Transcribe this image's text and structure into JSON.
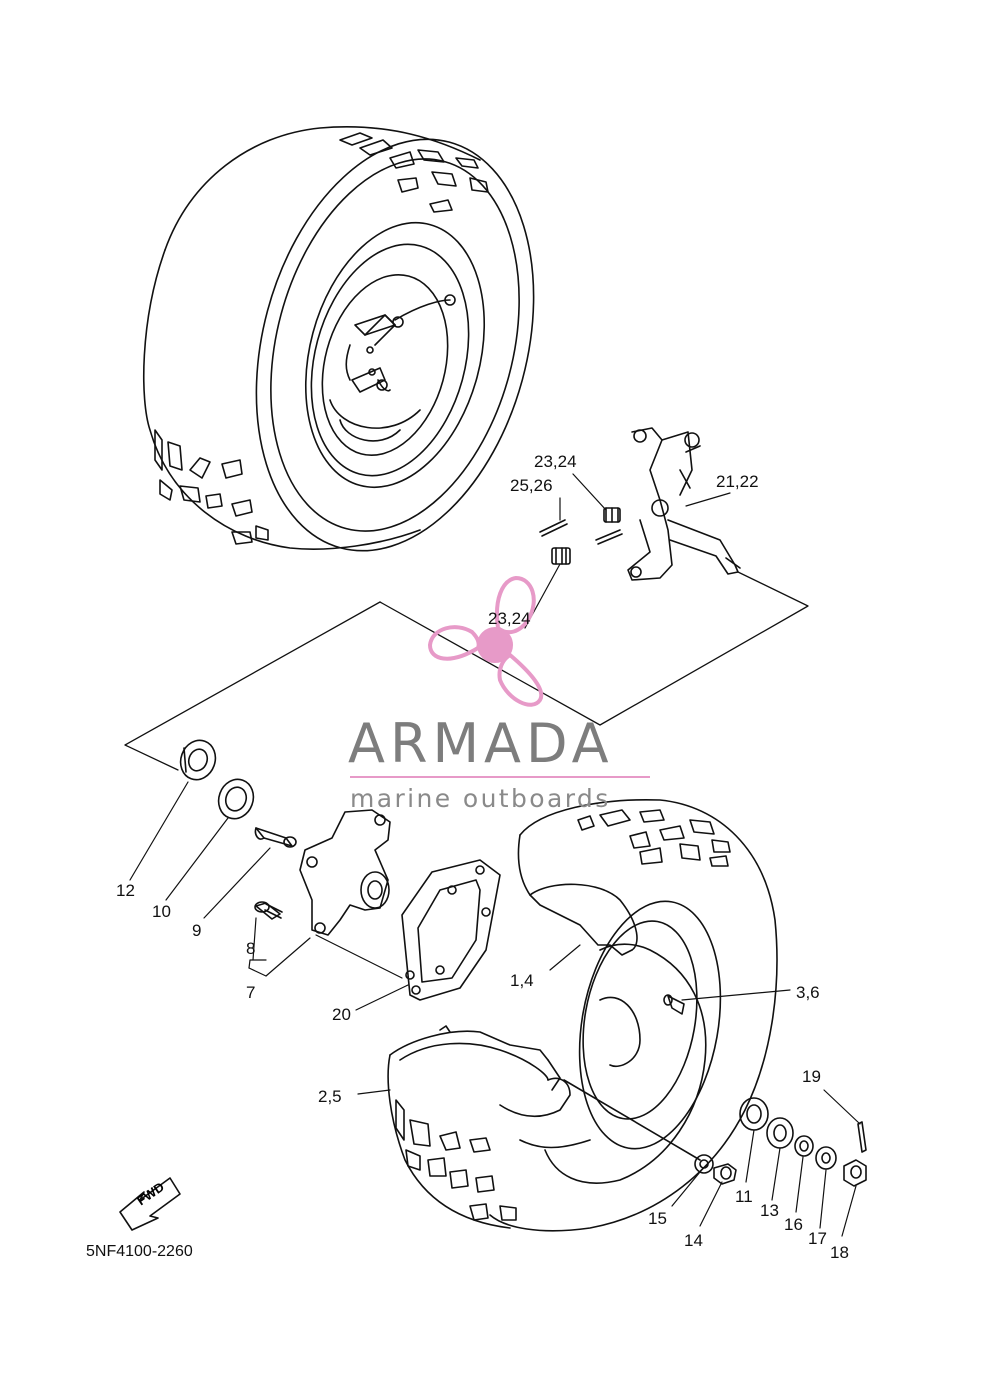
{
  "diagram": {
    "part_number": "5NF4100-2260",
    "fwd_label": "FWD",
    "callouts": {
      "c_23_24_top": "23,24",
      "c_25_26": "25,26",
      "c_21_22": "21,22",
      "c_23_24_mid": "23,24",
      "c_12": "12",
      "c_10": "10",
      "c_9": "9",
      "c_8": "8",
      "c_7": "7",
      "c_20": "20",
      "c_1_4": "1,4",
      "c_3_6": "3,6",
      "c_2_5": "2,5",
      "c_19": "19",
      "c_11": "11",
      "c_13": "13",
      "c_16": "16",
      "c_17": "17",
      "c_18": "18",
      "c_15": "15",
      "c_14": "14"
    }
  },
  "watermark": {
    "brand": "ARMADA",
    "tagline": "marine outboards",
    "accent_color": "#e79ac8",
    "text_color": "#7d7d7d"
  }
}
